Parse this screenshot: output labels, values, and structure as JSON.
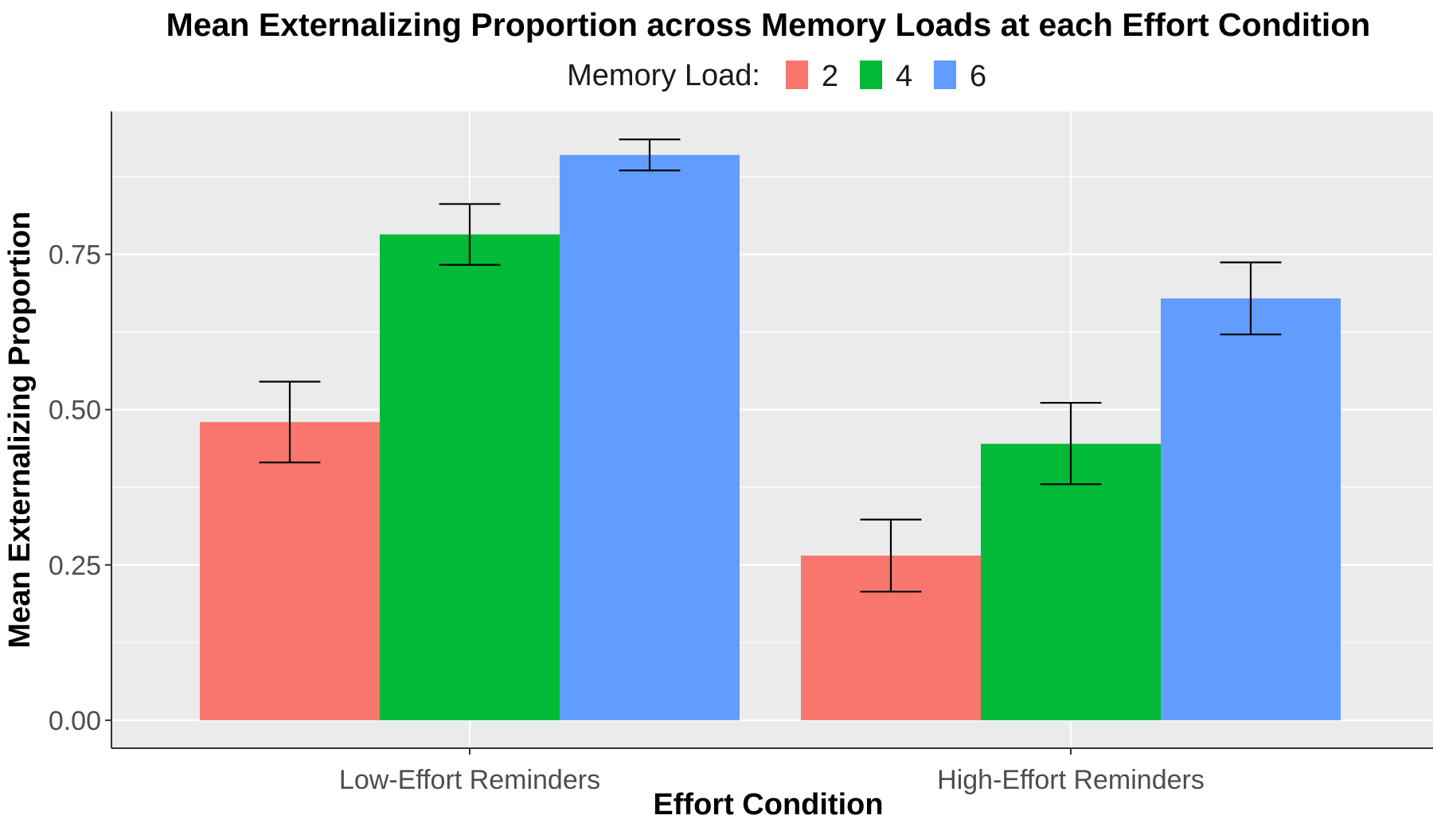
{
  "chart_data": {
    "type": "bar",
    "title": "Mean Externalizing Proportion across Memory Loads at each Effort Condition",
    "xlabel": "Effort Condition",
    "ylabel": "Mean Externalizing Proportion",
    "categories": [
      "Low-Effort Reminders",
      "High-Effort Reminders"
    ],
    "legend": {
      "title": "Memory Load:",
      "position": "top"
    },
    "series": [
      {
        "name": "2",
        "color": "#F8766D",
        "values": [
          0.48,
          0.265
        ],
        "error": [
          [
            0.415,
            0.545
          ],
          [
            0.207,
            0.323
          ]
        ]
      },
      {
        "name": "4",
        "color": "#00BA38",
        "values": [
          0.782,
          0.445
        ],
        "error": [
          [
            0.733,
            0.831
          ],
          [
            0.38,
            0.511
          ]
        ]
      },
      {
        "name": "6",
        "color": "#619CFF",
        "values": [
          0.91,
          0.679
        ],
        "error": [
          [
            0.885,
            0.935
          ],
          [
            0.621,
            0.737
          ]
        ]
      }
    ],
    "ylim": [
      -0.045,
      0.98
    ],
    "yticks": [
      0,
      0.25,
      0.5,
      0.75
    ],
    "ytick_labels": [
      "0.00",
      "0.25",
      "0.50",
      "0.75"
    ],
    "grid": true,
    "panel_background": "#EBEBEB",
    "gridline_color": "#FFFFFF",
    "errorbar_color": "#000000"
  }
}
